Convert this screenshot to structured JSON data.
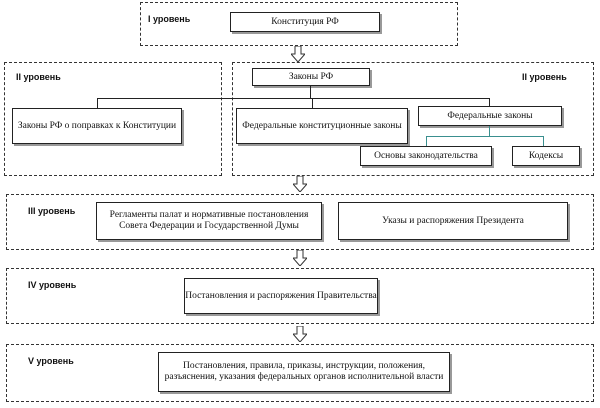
{
  "level1": {
    "label": "I уровень",
    "constitution": "Конституция  РФ"
  },
  "level2": {
    "label_left": "II уровень",
    "label_right": "II  уровень",
    "laws_rf": "Законы РФ",
    "amendments": "Законы РФ о поправках  к Конституции",
    "fkz": "Федеральные конституционные законы",
    "fz": "Федеральные законы",
    "osnovy": "Основы законодательства",
    "kodeksy": "Кодексы"
  },
  "level3": {
    "label": "III  уровень",
    "reglamenty": "Регламенты палат и нормативные постановления Совета Федерации и Государственной Думы",
    "ukazy": "Указы и распоряжения Президента"
  },
  "level4": {
    "label": "IV  уровень",
    "government": "Постановления и распоряжения Правительства"
  },
  "level5": {
    "label": "V уровень",
    "ministries": "Постановления, правила, приказы, инструкции, положения, разъяснения, указания федеральных органов исполнительной власти"
  }
}
